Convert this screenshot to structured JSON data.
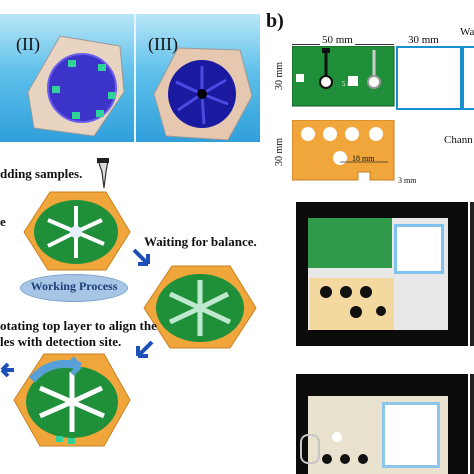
{
  "panel_a": {
    "top_labels": [
      "(II)",
      "(III)"
    ],
    "step_adding": "dding samples.",
    "step_e": "e",
    "step_waiting": "Waiting for balance.",
    "working_process": "Working Process",
    "step_rotating_1": "otating top layer to align the",
    "step_rotating_2": "les with detection site."
  },
  "panel_b": {
    "label": "b)",
    "dims": {
      "top_width": "50 mm",
      "top_width_2": "30 mm",
      "top_height": "30 mm",
      "bottom_height": "30 mm",
      "inner_18": "18 mm",
      "inner_3": "3 mm",
      "inner_5": "5 mm"
    },
    "right_cut_top": "Wa",
    "right_cut_bottom": "Chann"
  },
  "colors": {
    "green": "#1f8f3a",
    "orange": "#f0a63a",
    "blue_bg": "#4fb0e0",
    "water_blue": "#1a8fd0"
  }
}
